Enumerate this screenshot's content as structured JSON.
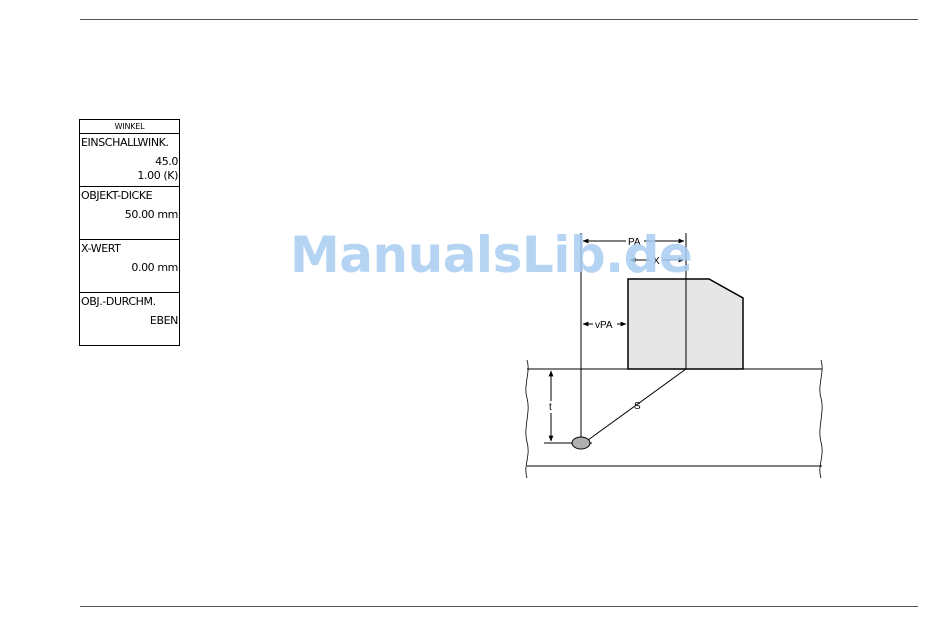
{
  "panel": {
    "header": "WINKEL",
    "fields": [
      {
        "label": "EINSCHALLWINK.",
        "value1": "45.0",
        "value2": "1.00 (K)"
      },
      {
        "label": "OBJEKT-DICKE",
        "value1": "50.00 mm"
      },
      {
        "label": "X-WERT",
        "value1": "0.00 mm"
      },
      {
        "label": "OBJ.-DURCHM.",
        "value1": "EBEN"
      }
    ]
  },
  "watermark": "ManualsLib.de",
  "diagram": {
    "labels": {
      "pa": "PA",
      "x": "X",
      "vpa": "vPA",
      "s": "S",
      "t": "t"
    }
  }
}
